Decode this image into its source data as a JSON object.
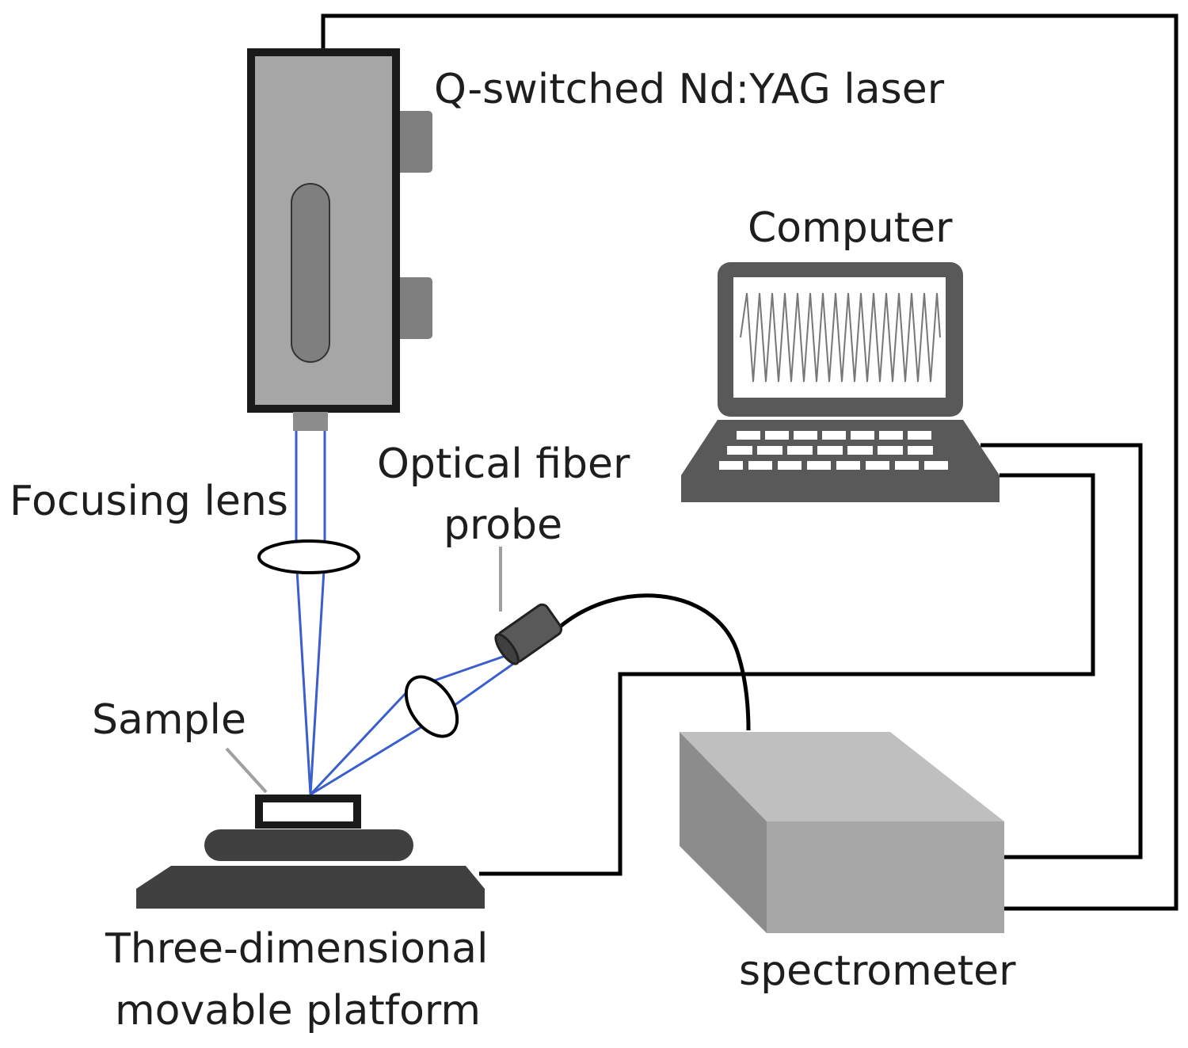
{
  "labels": {
    "laser": "Q-switched Nd:YAG laser",
    "computer": "Computer",
    "focusing_lens": "Focusing lens",
    "optical_fiber_line1": "Optical fiber",
    "optical_fiber_line2": "probe",
    "sample": "Sample",
    "platform_line1": "Three-dimensional",
    "platform_line2": "movable platform",
    "spectrometer": "spectrometer"
  },
  "colors": {
    "beam": "#3a5fcd",
    "wire": "#000000",
    "laser_body": "#a6a6a6",
    "laser_frame": "#1a1a1a",
    "device_dark": "#595959",
    "platform": "#404040",
    "spectrometer_top": "#bfbfbf",
    "spectrometer_front": "#a6a6a6",
    "spectrometer_side": "#8c8c8c",
    "leader_line": "#a0a0a0"
  },
  "icons": {
    "laser": "laser-device-icon",
    "computer": "laptop-icon",
    "spectrometer": "spectrometer-box-icon",
    "probe": "fiber-probe-icon",
    "platform": "movable-platform-icon"
  }
}
